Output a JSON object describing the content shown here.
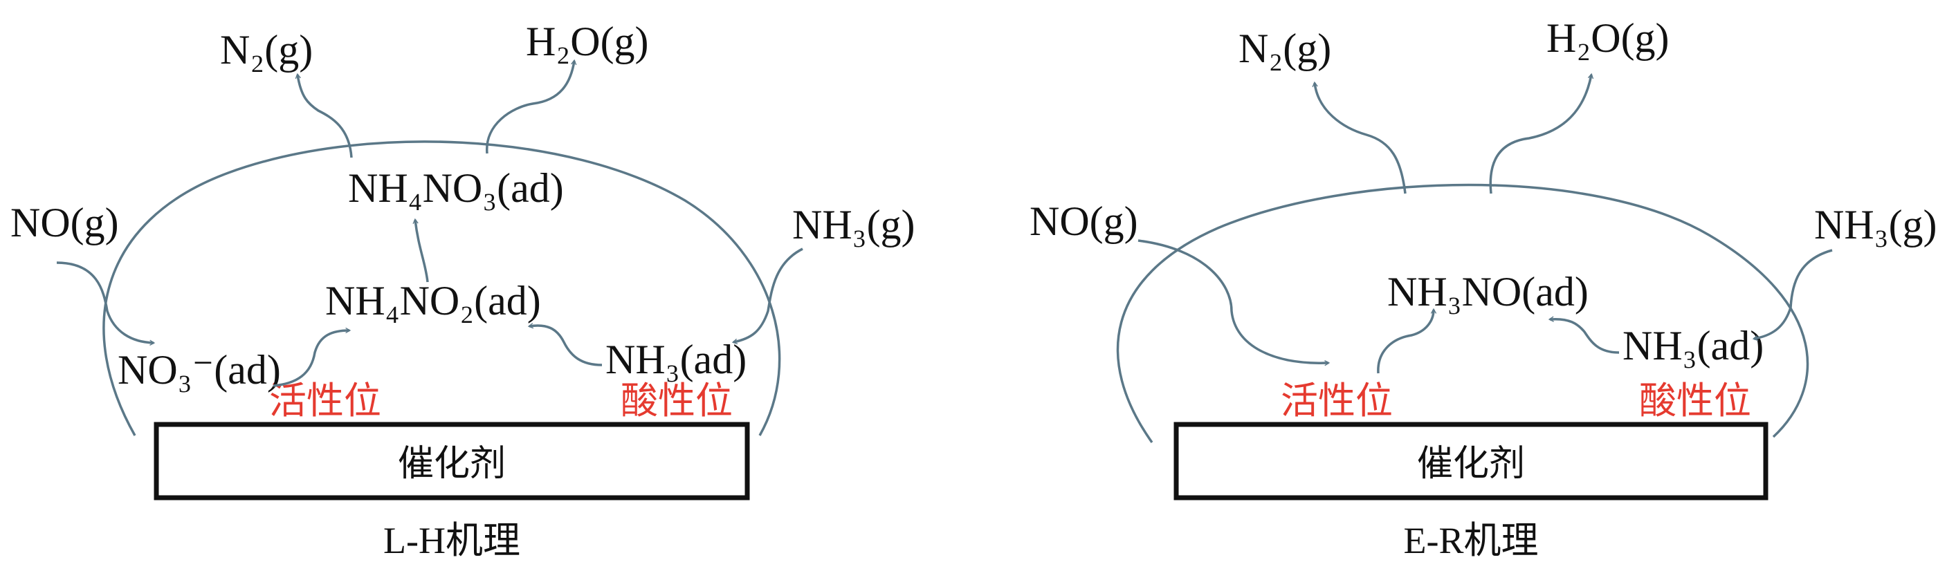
{
  "colors": {
    "arrow": "#5b7888",
    "site_label": "#e53a2f",
    "text": "#111111"
  },
  "panels": [
    {
      "caption": "L-H机理",
      "catalyst": "催化剂",
      "active_site": "活性位",
      "acid_site": "酸性位",
      "no_gas": "NO(g)",
      "nh3_gas": "NH₃(g)",
      "n2_gas": "N₂(g)",
      "h2o_gas": "H₂O(g)",
      "no3_ad": "NO₃⁻(ad)",
      "nh3_ad": "NH₃(ad)",
      "nh4no2_ad": "NH₄NO₂(ad)",
      "nh4no3_ad": "NH₄NO₃(ad)"
    },
    {
      "caption": "E-R机理",
      "catalyst": "催化剂",
      "active_site": "活性位",
      "acid_site": "酸性位",
      "no_gas": "NO(g)",
      "nh3_gas": "NH₃(g)",
      "n2_gas": "N₂(g)",
      "h2o_gas": "H₂O(g)",
      "nh3_ad": "NH₃(ad)",
      "nh3no_ad": "NH₃NO(ad)"
    }
  ]
}
